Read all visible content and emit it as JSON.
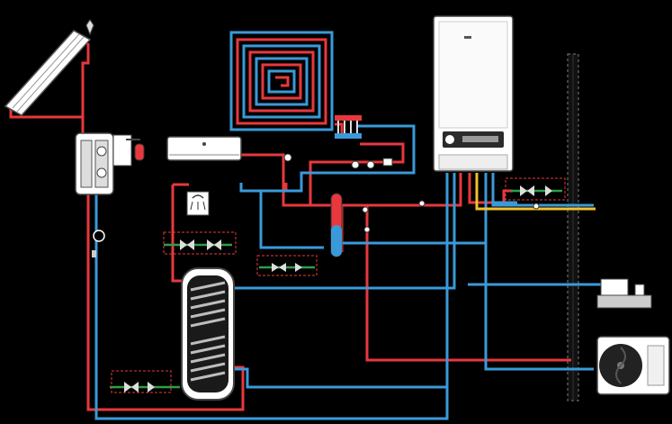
{
  "diagram": {
    "background": "#000000",
    "colors": {
      "hot_pipe": "#e8383d",
      "cold_pipe": "#3a9ad9",
      "gas_pipe": "#f2c12e",
      "green_pipe": "#2e9e47",
      "equipment_fill": "#ffffff",
      "equipment_stroke": "#444444",
      "dashed_box": "#e8383d",
      "wall": "#555555",
      "storage_coil": "#9a9a9a"
    },
    "components": [
      {
        "id": "solar-collector",
        "icon": "solar-panel-icon"
      },
      {
        "id": "solar-pump-station",
        "icon": "pump-station-icon"
      },
      {
        "id": "expansion-vessel",
        "icon": "expansion-vessel-icon"
      },
      {
        "id": "air-conditioner-indoor-unit",
        "icon": "split-ac-icon"
      },
      {
        "id": "underfloor-heating-loop",
        "icon": "floor-heating-coil-icon"
      },
      {
        "id": "heating-manifold",
        "icon": "manifold-icon"
      },
      {
        "id": "wall-hung-boiler",
        "icon": "gas-boiler-icon"
      },
      {
        "id": "hydraulic-separator",
        "icon": "low-loss-header-icon"
      },
      {
        "id": "shower",
        "icon": "shower-icon"
      },
      {
        "id": "hot-water-storage-tank",
        "icon": "dhw-tank-icon"
      },
      {
        "id": "heat-pump-outdoor-unit",
        "icon": "outdoor-fan-unit-icon"
      },
      {
        "id": "external-wall",
        "icon": "wall-icon"
      },
      {
        "id": "gas-meter",
        "icon": "meter-icon"
      }
    ]
  }
}
